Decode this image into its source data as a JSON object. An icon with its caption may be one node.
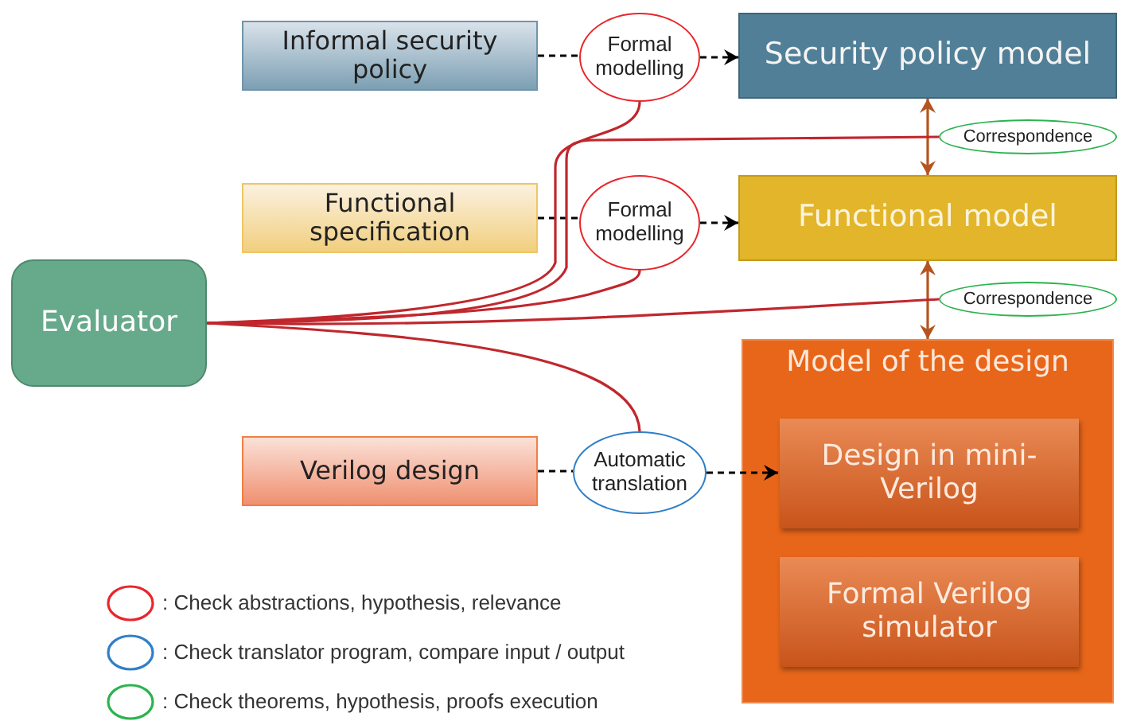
{
  "diagram": {
    "nodes": [
      {
        "text": [
          "Evaluator"
        ]
      },
      {
        "text": [
          "Informal security policy"
        ]
      },
      {
        "text": [
          "Formal modelling"
        ]
      },
      {
        "text": [
          "Security policy model"
        ]
      },
      {
        "text": [
          "Functional specification"
        ]
      },
      {
        "text": [
          "Formal modelling"
        ]
      },
      {
        "text": [
          "Functional model"
        ]
      },
      {
        "text": [
          "Correspondence"
        ]
      },
      {
        "text": [
          "Correspondence"
        ]
      },
      {
        "text": [
          "Model of the design"
        ]
      },
      {
        "text": [
          "Design in mini-Verilog"
        ],
        "in": 9
      },
      {
        "text": [
          "Formal Verilog simulator"
        ],
        "in": 9
      },
      {
        "text": [
          "Verilog design"
        ]
      },
      {
        "text": [
          "Automatic translation"
        ]
      }
    ],
    "edges": [
      {
        "from": 1,
        "to": 2,
        "arrow": "none",
        "style": "dashed"
      },
      {
        "from": 2,
        "to": 3,
        "arrow": "to",
        "style": "dashed"
      },
      {
        "from": 4,
        "to": 5,
        "arrow": "none",
        "style": "dashed"
      },
      {
        "from": 5,
        "to": 6,
        "arrow": "to",
        "style": "dashed"
      },
      {
        "from": 12,
        "to": 13,
        "arrow": "none",
        "style": "dashed"
      },
      {
        "from": 13,
        "to": 10,
        "arrow": "to",
        "style": "dashed"
      },
      {
        "from": 3,
        "to": 6,
        "arrow": "both",
        "color": "#b5541f"
      },
      {
        "from": 6,
        "to": 9,
        "arrow": "both",
        "color": "#b5541f"
      },
      {
        "from": 0,
        "to": 2,
        "arrow": "none",
        "color": "#c0272d"
      },
      {
        "from": 0,
        "to": 5,
        "arrow": "none",
        "color": "#c0272d"
      },
      {
        "from": 0,
        "to": 7,
        "arrow": "none",
        "color": "#c0272d"
      },
      {
        "from": 0,
        "to": 8,
        "arrow": "none",
        "color": "#c0272d"
      },
      {
        "from": 0,
        "to": 13,
        "arrow": "none",
        "color": "#c0272d"
      }
    ],
    "legend": [
      {
        "text": ": Check abstractions, hypothesis, relevance"
      },
      {
        "text": ": Check translator program, compare input / output"
      },
      {
        "text": ": Check theorems, hypothesis, proofs execution"
      }
    ]
  }
}
